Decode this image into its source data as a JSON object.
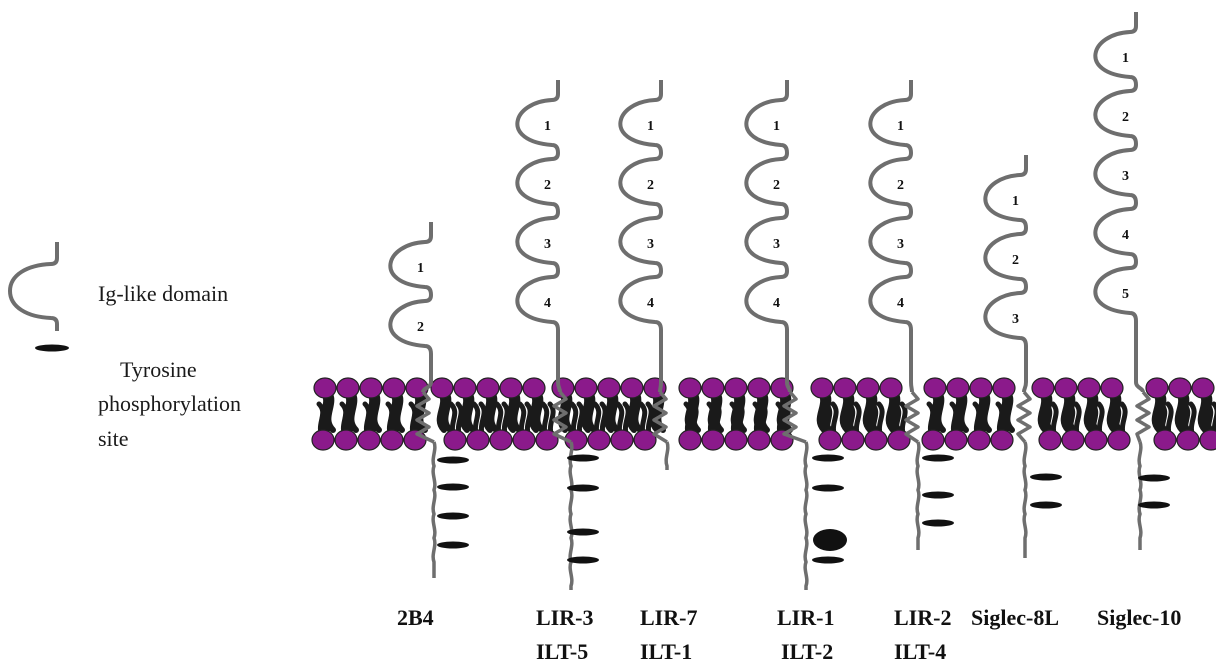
{
  "legend": {
    "ig_like_domain_label": "Ig-like domain",
    "tyrosine_label_line1": "Tyrosine",
    "tyrosine_label_line2": "phosphorylation",
    "tyrosine_label_line3": "site"
  },
  "colors": {
    "lipid_head": "#8b1a8b",
    "lipid_tail": "#1a1a1a",
    "receptor_chain": "#6e6e6e",
    "phosphorylation_site": "#111111"
  },
  "receptors": [
    {
      "label_line1": "2B4",
      "label_line2": "",
      "domains": [
        "1",
        "2"
      ],
      "tyrosine_sites": 4
    },
    {
      "label_line1": "LIR-3",
      "label_line2": "ILT-5",
      "domains": [
        "1",
        "2",
        "3",
        "4"
      ],
      "tyrosine_sites": 4
    },
    {
      "label_line1": "LIR-7",
      "label_line2": "ILT-1",
      "domains": [
        "1",
        "2",
        "3",
        "4"
      ],
      "tyrosine_sites": 0
    },
    {
      "label_line1": "LIR-1",
      "label_line2": "ILT-2",
      "domains": [
        "1",
        "2",
        "3",
        "4"
      ],
      "tyrosine_sites": 4
    },
    {
      "label_line1": "LIR-2",
      "label_line2": "ILT-4",
      "domains": [
        "1",
        "2",
        "3",
        "4"
      ],
      "tyrosine_sites": 3
    },
    {
      "label_line1": "Siglec-8L",
      "label_line2": "",
      "domains": [
        "1",
        "2",
        "3"
      ],
      "tyrosine_sites": 2
    },
    {
      "label_line1": "Siglec-10",
      "label_line2": "",
      "domains": [
        "1",
        "2",
        "3",
        "4",
        "5"
      ],
      "tyrosine_sites": 2
    }
  ]
}
